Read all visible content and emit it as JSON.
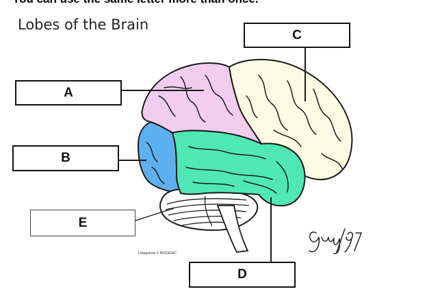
{
  "header": {
    "instructions": "You can use the same letter more than once.",
    "title": "Lobes of the Brain"
  },
  "labels": {
    "a": "A",
    "b": "B",
    "c": "C",
    "d": "D",
    "e": "E"
  },
  "credit": "Livingstone © BIODIDAC",
  "signature": "Guy/97",
  "colors": {
    "frontal_lobe": "#fbfbe4",
    "parietal_lobe": "#f2cdf0",
    "occipital_lobe": "#5db0f0",
    "temporal_lobe": "#4fe8b4",
    "cerebellum": "#ffffff",
    "outline": "#1a1a1a"
  }
}
